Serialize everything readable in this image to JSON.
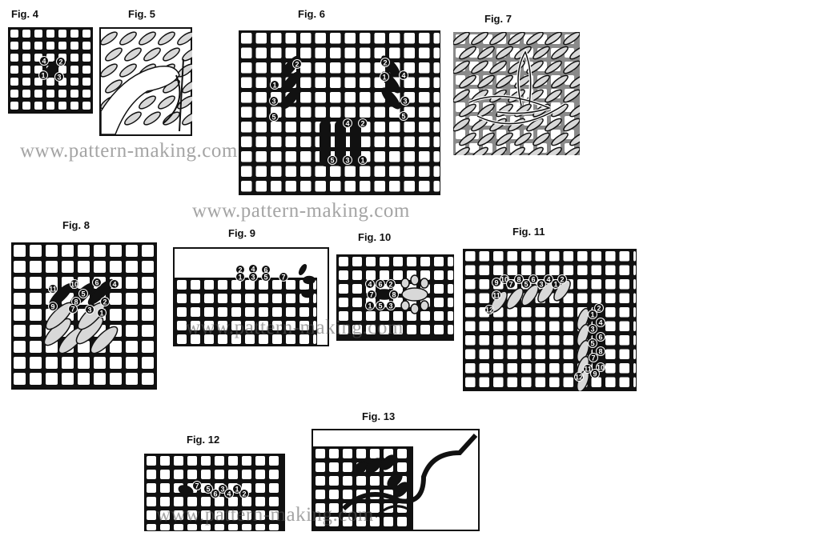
{
  "figures": [
    {
      "id": "fig4",
      "label": "Fig. 4",
      "numbers": [
        "4",
        "2",
        "1",
        "3"
      ]
    },
    {
      "id": "fig5",
      "label": "Fig. 5",
      "numbers": []
    },
    {
      "id": "fig6",
      "label": "Fig. 6",
      "numbers": [
        "2",
        "1",
        "3",
        "5",
        "2",
        "4",
        "1",
        "3",
        "5",
        "4",
        "2",
        "5",
        "3",
        "1"
      ]
    },
    {
      "id": "fig7",
      "label": "Fig. 7",
      "numbers": []
    },
    {
      "id": "fig8",
      "label": "Fig. 8",
      "numbers": [
        "11",
        "10",
        "6",
        "4",
        "5",
        "8",
        "2",
        "9",
        "7",
        "3",
        "1"
      ]
    },
    {
      "id": "fig9",
      "label": "Fig. 9",
      "numbers": [
        "2",
        "1",
        "4",
        "3",
        "6",
        "5",
        "7"
      ]
    },
    {
      "id": "fig10",
      "label": "Fig. 10",
      "numbers": [
        "4",
        "6",
        "2",
        "7",
        "8",
        "1",
        "5",
        "3"
      ]
    },
    {
      "id": "fig11",
      "label": "Fig. 11",
      "numbers": [
        "9",
        "10",
        "7",
        "8",
        "5",
        "6",
        "3",
        "4",
        "1",
        "2",
        "11",
        "12",
        "2",
        "1",
        "4",
        "3",
        "6",
        "5",
        "8",
        "7",
        "10",
        "9",
        "11",
        "12"
      ]
    },
    {
      "id": "fig12",
      "label": "Fig. 12",
      "numbers": [
        "7",
        "5",
        "6",
        "3",
        "4",
        "1",
        "2"
      ]
    },
    {
      "id": "fig13",
      "label": "Fig. 13",
      "numbers": []
    }
  ],
  "watermark": "www.pattern-making.com",
  "colors": {
    "grid": "#111111",
    "stitch_dark": "#111111",
    "stitch_light": "#d8d8d8",
    "fig7_bg": "#8a8a8a"
  }
}
